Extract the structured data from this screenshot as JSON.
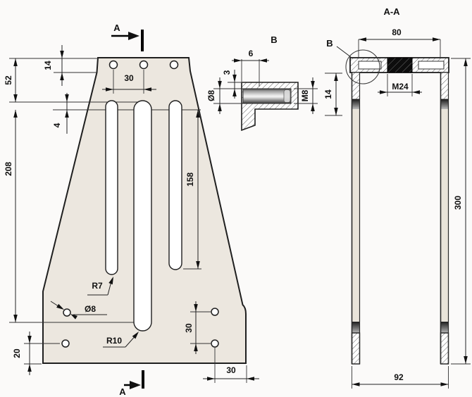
{
  "drawing_type": "technical-drawing",
  "labels": {
    "front": {
      "d14": "14",
      "d52": "52",
      "d4": "4",
      "d208": "208",
      "d30_holes": "30",
      "d158": "158",
      "r7": "R7",
      "dia8": "Ø8",
      "r10": "R10",
      "d20": "20",
      "d30_right": "30",
      "d30_bottom": "30"
    },
    "cut": {
      "letter": "A"
    },
    "detail": {
      "title": "B",
      "d6": "6",
      "d3": "3",
      "dia8": "Ø8",
      "m8": "M8",
      "d14": "14"
    },
    "section": {
      "title": "A-A",
      "detail_ref": "B",
      "d80": "80",
      "m24": "M24",
      "d300": "300",
      "d92": "92"
    }
  },
  "colors": {
    "background": "#fbfaf9",
    "line": "#222222",
    "plate_fill": "#ece7df",
    "leg_fill": "#e9e4da",
    "hatch_line": "#4a4a4a",
    "thread_fill": "#0d0d0d",
    "metal_light": "#f0f0f0",
    "metal_dark": "#3f3f3f"
  }
}
